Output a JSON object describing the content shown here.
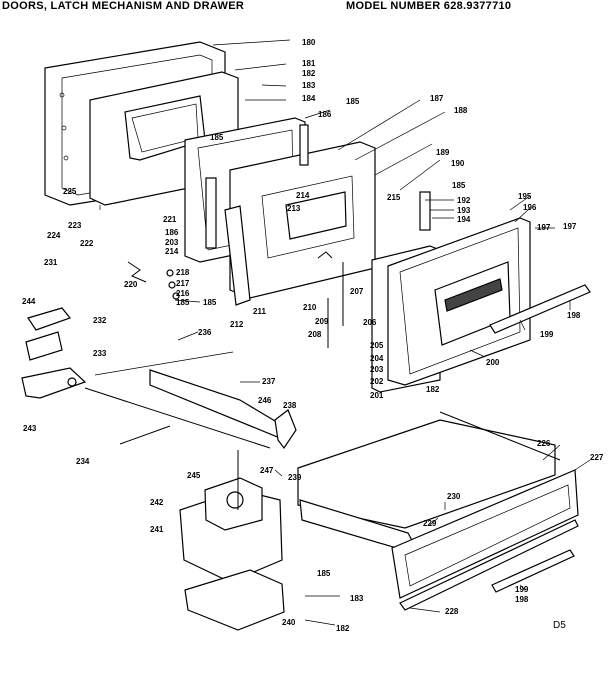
{
  "header": {
    "title": "DOORS, LATCH MECHANISM AND DRAWER",
    "model": "MODEL NUMBER 628.9377710"
  },
  "footer": {
    "code": "D5"
  },
  "callouts": [
    "180",
    "181",
    "182",
    "183",
    "184",
    "185",
    "185",
    "186",
    "187",
    "188",
    "189",
    "190",
    "185",
    "192",
    "193",
    "194",
    "195",
    "196",
    "197",
    "185",
    "225",
    "223",
    "224",
    "222",
    "221",
    "186",
    "203",
    "214",
    "218",
    "220",
    "217",
    "216",
    "185",
    "212",
    "211",
    "210",
    "209",
    "208",
    "207",
    "206",
    "205",
    "204",
    "203",
    "202",
    "201",
    "182",
    "200",
    "199",
    "198",
    "214",
    "213",
    "215",
    "197",
    "231",
    "244",
    "232",
    "233",
    "243",
    "236",
    "237",
    "246",
    "238",
    "234",
    "247",
    "239",
    "245",
    "242",
    "241",
    "240",
    "183",
    "182",
    "185",
    "226",
    "227",
    "230",
    "229",
    "228",
    "199",
    "198"
  ]
}
